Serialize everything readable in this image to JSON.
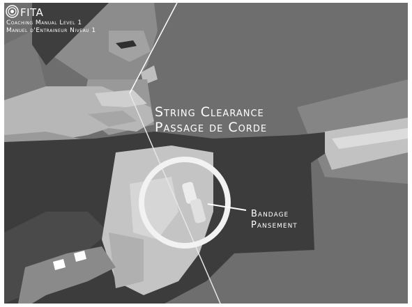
{
  "logo": {
    "text": "FITA",
    "icon": "fita-target-logo-icon"
  },
  "header": {
    "line1": "Coaching Manual Level 1",
    "line2": "Manuel d'Entraineur Niveau 1"
  },
  "title": {
    "en": "String Clearance",
    "fr": "Passage de Corde"
  },
  "callout": {
    "en": "Bandage",
    "fr": "Pansement"
  },
  "colors": {
    "background": "#6e6e6e",
    "text": "#ffffff",
    "shirt_dark": "#3c3c3c",
    "skin_light": "#bdbdbd",
    "circle": "#ffffff"
  }
}
